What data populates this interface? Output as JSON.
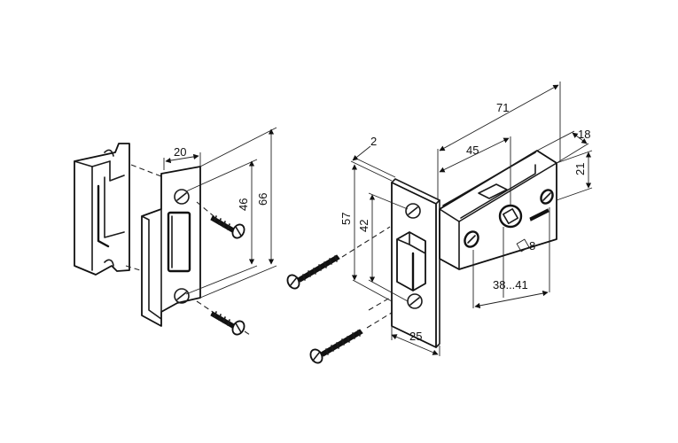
{
  "dimensions": {
    "strike_width": "20",
    "strike_hole_spacing": "46",
    "strike_height": "66",
    "faceplate_thickness": "2",
    "faceplate_height": "57",
    "faceplate_hole_spacing": "42",
    "faceplate_width": "25",
    "body_length": "71",
    "backset_min": "45",
    "body_depth": "18",
    "body_height": "21",
    "backset_range": "38...41",
    "spindle_square": "8"
  },
  "colors": {
    "line": "#111111",
    "background": "#ffffff"
  }
}
